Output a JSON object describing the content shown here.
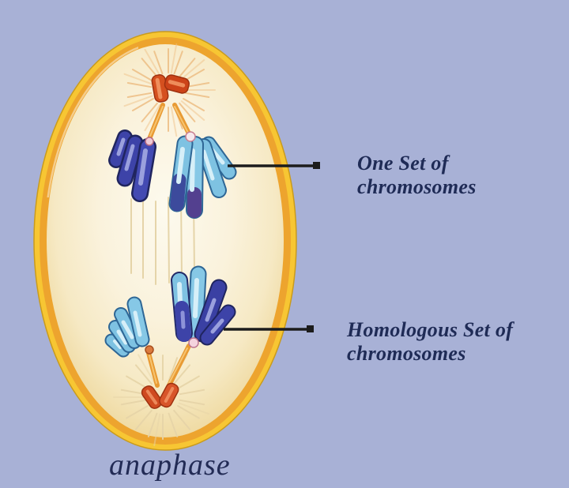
{
  "figure_caption": "anaphase",
  "annotations": [
    {
      "name": "one-set",
      "line1": "One Set of",
      "line2": "chromosomes"
    },
    {
      "name": "homologous-set",
      "line1": "Homologous Set of",
      "line2": "chromosomes"
    }
  ],
  "colors": {
    "background": "#a8b1d6",
    "membrane_rim_yellow": "#f7c633",
    "membrane_gold": "#eda42e",
    "cytoplasm_cream": "#f9f0d8",
    "chromosome_dark_blue": "#3d43a8",
    "chromosome_light_blue": "#7ec2e2",
    "chromosome_highlight_light": "#d6eff8",
    "chromosome_highlight_dark": "#9aa0dd",
    "centrosome_red_orange": "#d14a22",
    "spindle_fiber_orange": "#e89a33",
    "aster_ray_tan": "#eec189",
    "centromere_pink": "#f2ccd8",
    "annotation_text_navy": "#1f2b56",
    "pointer_line_black": "#1c1c1c"
  }
}
